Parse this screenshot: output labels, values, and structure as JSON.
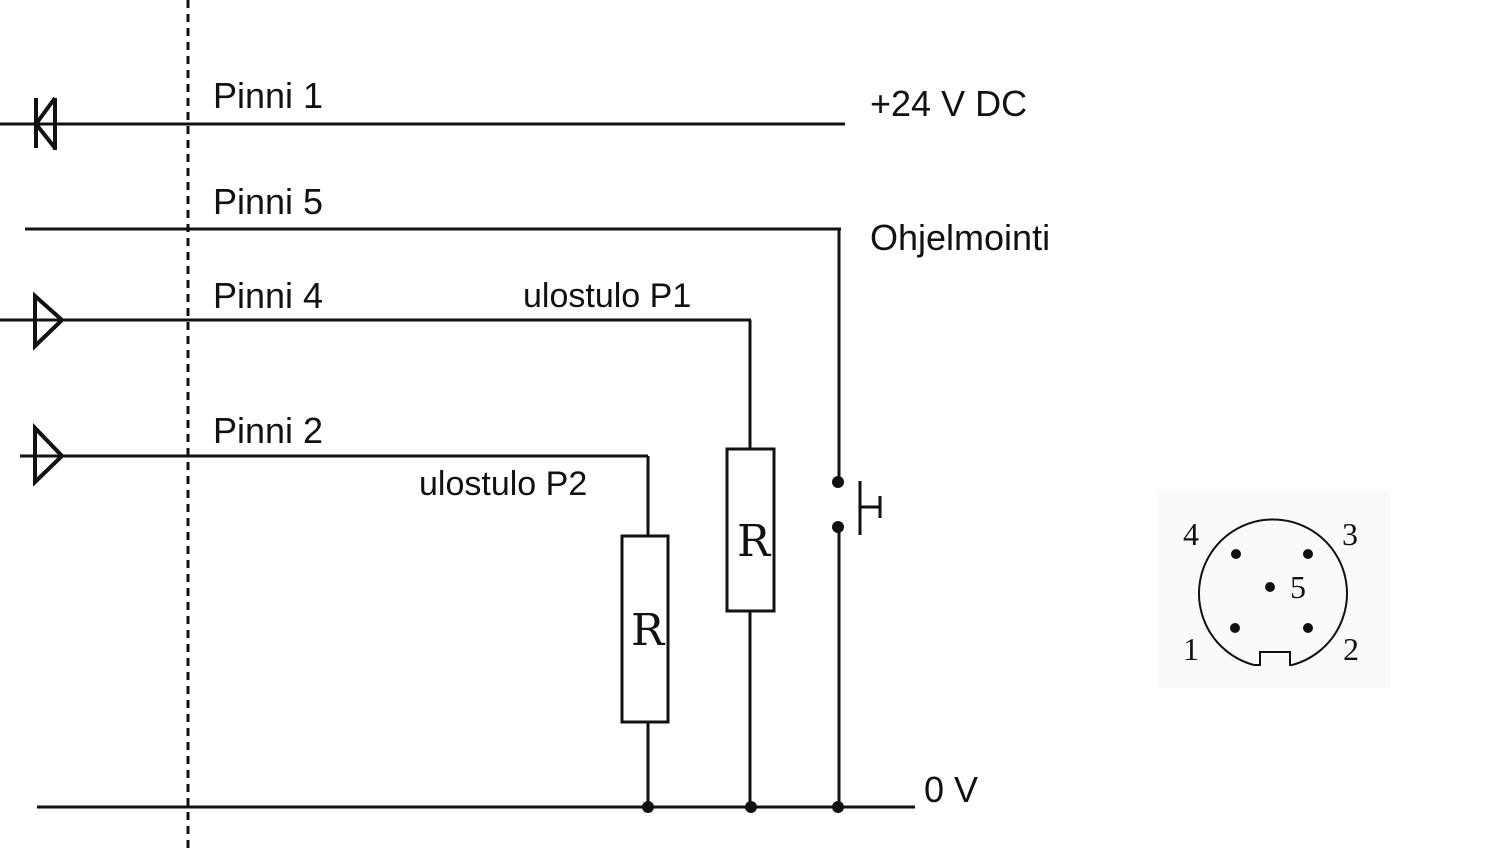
{
  "wires": {
    "pin1_label": "Pinni 1",
    "pin5_label": "Pinni 5",
    "pin4_label": "Pinni 4",
    "pin2_label": "Pinni 2"
  },
  "nets": {
    "supply": "+24 V DC",
    "programming": "Ohjelmointi",
    "ground": "0 V",
    "output_p1": "ulostulo P1",
    "output_p2": "ulostulo P2"
  },
  "resistors": {
    "r1_label": "R",
    "r2_label": "R"
  },
  "connector": {
    "pin_numbers": [
      "4",
      "3",
      "5",
      "1",
      "2"
    ]
  }
}
